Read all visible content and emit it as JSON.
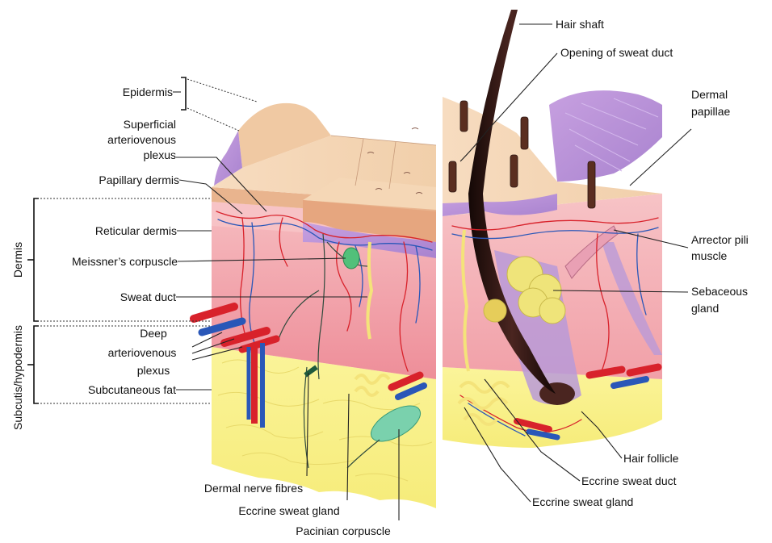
{
  "labels": {
    "epidermis": "Epidermis",
    "superficial_plexus": [
      "Superficial",
      "arteriovenous",
      "plexus"
    ],
    "papillary_dermis": "Papillary dermis",
    "reticular_dermis": "Reticular dermis",
    "meissners_corpuscle": "Meissner’s corpuscle",
    "sweat_duct": "Sweat duct",
    "deep_plexus": [
      "Deep",
      "arteriovenous",
      "plexus"
    ],
    "subcutaneous_fat": "Subcutaneous fat",
    "dermal_nerve_fibres": "Dermal nerve fibres",
    "eccrine_sweat_gland_left": "Eccrine sweat gland",
    "pacinian_corpuscle": "Pacinian corpuscle",
    "hair_shaft": "Hair shaft",
    "opening_of_sweat_duct": "Opening of sweat duct",
    "dermal_papillae": [
      "Dermal",
      "papillae"
    ],
    "arrector_pili_muscle": [
      "Arrector pili",
      "muscle"
    ],
    "sebaceous_gland": [
      "Sebaceous",
      "gland"
    ],
    "hair_follicle": "Hair follicle",
    "eccrine_sweat_duct": "Eccrine sweat duct",
    "eccrine_sweat_gland_right": "Eccrine sweat gland"
  },
  "side_labels": {
    "dermis": "Dermis",
    "subcutis": "Subcutis/hypodermis"
  },
  "colors": {
    "epidermis_top": "#f3cfa8",
    "epidermis_layer": "#c9a2d8",
    "papillary_dermis": "#f4b3b8",
    "reticular_dermis": "#f19aa4",
    "subcutis_fat": "#f7ef8a",
    "artery": "#d8222b",
    "vein": "#2a57b8",
    "gland": "#efe27a",
    "hair": "#2a1410"
  }
}
